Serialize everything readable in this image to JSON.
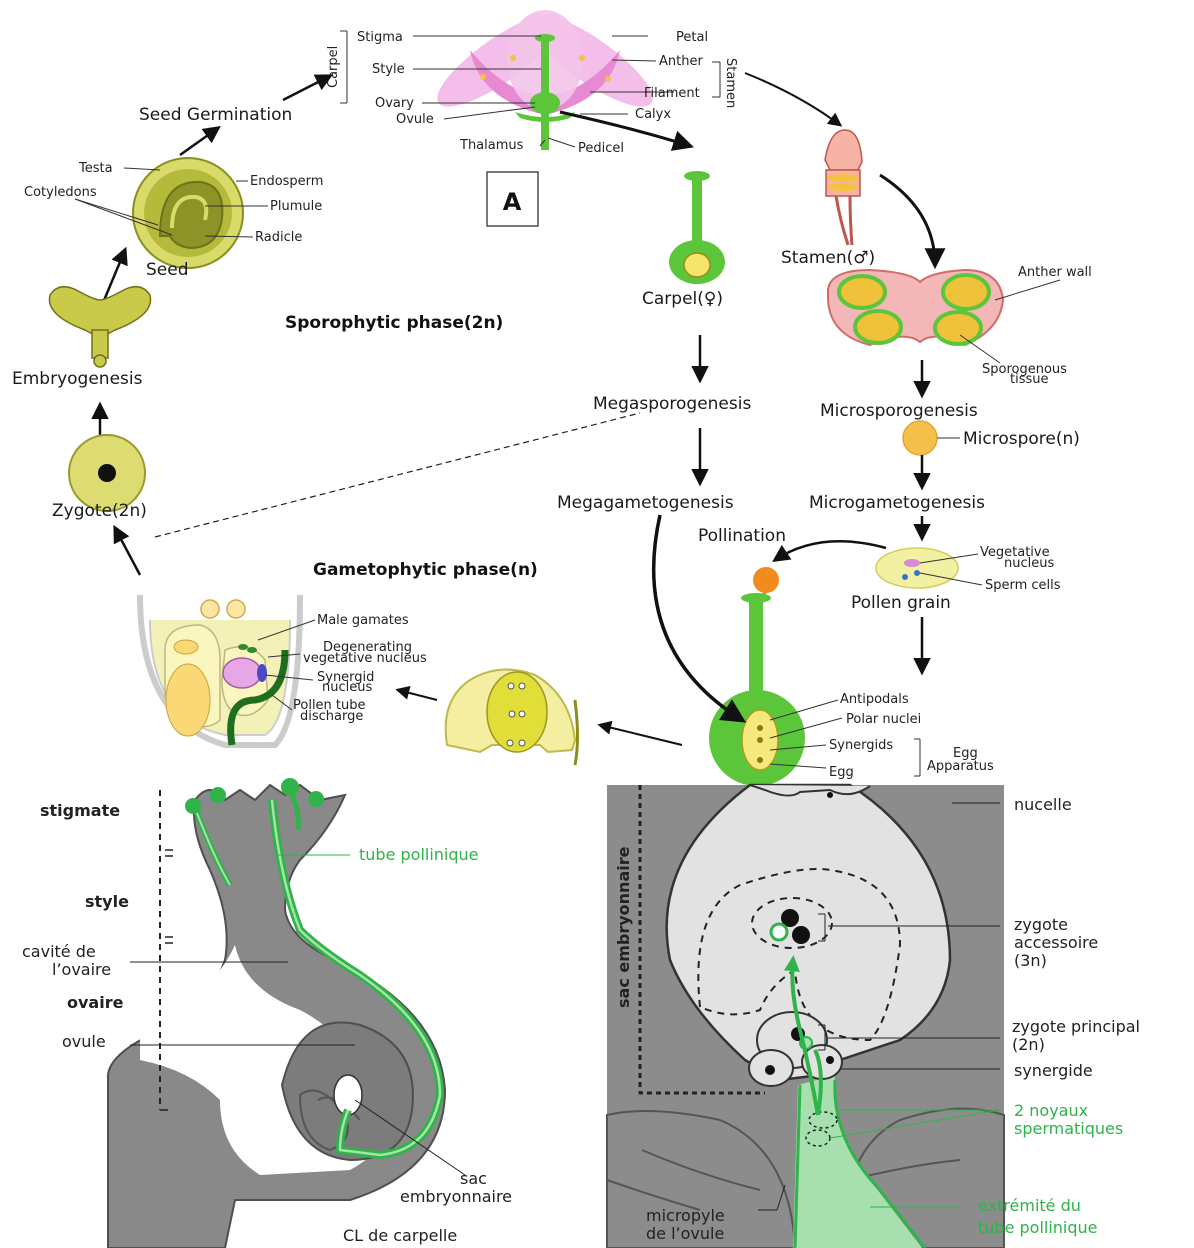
{
  "top": {
    "box_label": "A",
    "flower": {
      "stigma": "Stigma",
      "style": "Style",
      "ovary": "Ovary",
      "ovule": "Ovule",
      "thalamus": "Thalamus",
      "pedicel": "Pedicel",
      "calyx": "Calyx",
      "petal": "Petal",
      "anther": "Anther",
      "filament": "Filament",
      "carpel_bracket": "Carpel",
      "stamen_bracket": "Stamen"
    },
    "seed": {
      "germination": "Seed Germination",
      "seed": "Seed",
      "testa": "Testa",
      "endosperm": "Endosperm",
      "plumule": "Plumule",
      "cotyledons": "Cotyledons",
      "radicle": "Radicle"
    },
    "embryogenesis": "Embryogenesis",
    "zygote": "Zygote(2n)",
    "sporophytic": "Sporophytic phase(2n)",
    "gametophytic": "Gametophytic phase(n)",
    "carpel": "Carpel(♀)",
    "stamen": "Stamen(♂)",
    "anther_wall": "Anther wall",
    "sporogenous_1": "Sporogenous",
    "sporogenous_2": "tissue",
    "megasporogenesis": "Megasporogenesis",
    "microsporogenesis": "Microsporogenesis",
    "microspore": "Microspore(n)",
    "megagametogenesis": "Megagametogenesis",
    "microgametogenesis": "Microgametogenesis",
    "pollination": "Pollination",
    "vegetative_1": "Vegetative",
    "vegetative_2": "nucleus",
    "sperm_cells": "Sperm cells",
    "pollen_grain": "Pollen grain",
    "antipodals": "Antipodals",
    "polar_nuclei": "Polar nuclei",
    "synergids": "Synergids",
    "egg": "Egg",
    "egg_apparatus_1": "Egg",
    "egg_apparatus_2": "Apparatus",
    "male_gametes": "Male gamates",
    "degenerating_1": "Degenerating",
    "degenerating_2": "vegetative nucleus",
    "synergid_nucleus_1": "Synergid",
    "synergid_nucleus_2": "nucleus",
    "pollen_discharge_1": "Pollen tube",
    "pollen_discharge_2": "discharge"
  },
  "bottom_left": {
    "stigmate": "stigmate",
    "style": "style",
    "cavite_1": "cavité de",
    "cavite_2": "l’ovaire",
    "ovaire": "ovaire",
    "ovule": "ovule",
    "tube_pollinique": "tube pollinique",
    "sac_1": "sac",
    "sac_2": "embryonnaire",
    "caption": "CL de carpelle"
  },
  "bottom_right": {
    "sac_embryonnaire": "sac embryonnaire",
    "nucelle": "nucelle",
    "zygote_acc_1": "zygote",
    "zygote_acc_2": "accessoire",
    "zygote_acc_3": "(3n)",
    "zygote_pr_1": "zygote principal",
    "zygote_pr_2": "(2n)",
    "synergide": "synergide",
    "noyaux_1": "2 noyaux",
    "noyaux_2": "spermatiques",
    "micropyle_1": "micropyle",
    "micropyle_2": "de l’ovule",
    "extremite_1": "extrémité du",
    "extremite_2": "tube pollinique"
  },
  "colors": {
    "green": "#5cc63a",
    "accent_green": "#2fb34a",
    "pink": "#e88ad2",
    "tissue_gray": "#8a8a8a",
    "yellow": "#e8e27a"
  }
}
